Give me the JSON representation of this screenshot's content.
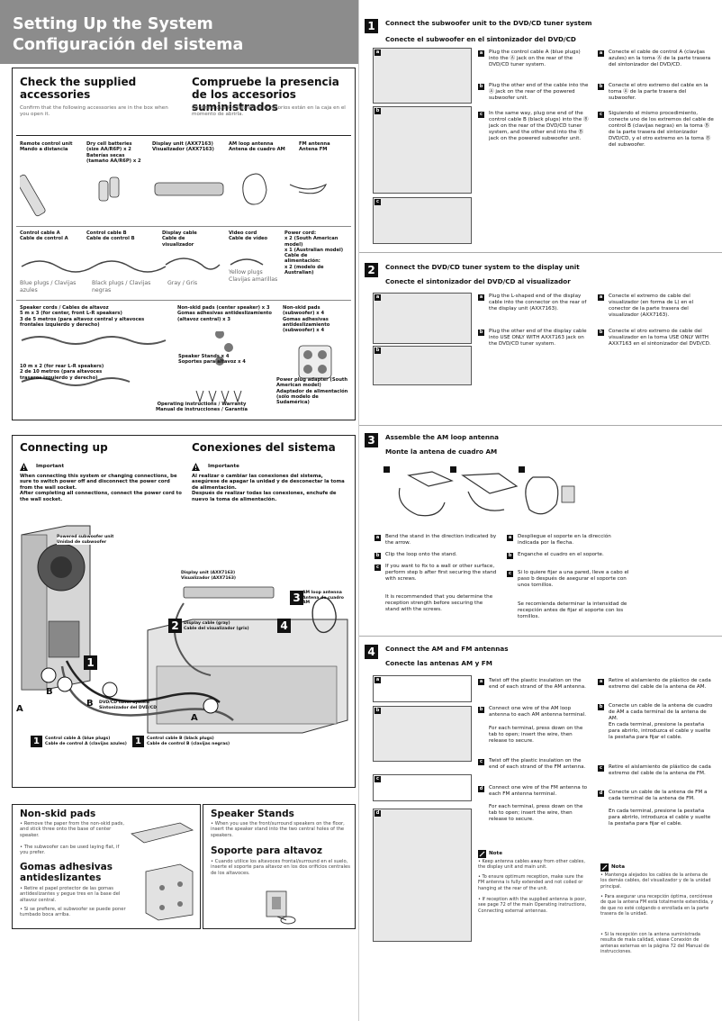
{
  "header": {
    "title_en": "Setting Up the System",
    "title_es": "Configuración del sistema"
  },
  "accessories": {
    "title_en": "Check the supplied accessories",
    "title_es": "Compruebe la presencia de los accesorios suministrados",
    "sub_en": "Confirm that the following accessories are in the box when you open it.",
    "sub_es": "Confirme que los siguientes accesorios están en la caja en el momento de abrirla.",
    "items": [
      "Remote control unit\nMando a distancia",
      "Dry cell batteries\n(size AA/R6P) x 2\nBaterías secas\n(tamaño AA/R6P) x 2",
      "Display unit (AXX7163)\nVisualizador (AXX7163)",
      "AM loop antenna\nAntena de cuadro AM",
      "FM antenna\nAntena FM",
      "Control cable A\nCable de control A",
      "Control cable B\nCable de control B",
      "Display cable\nCable de\nvisualizador",
      "Video cord\nCable de vídeo",
      "Power cord:\nx 2 (South American\nmodel)\nx 1 (Australian model)\nCable de\nalimentación:\nx 2 (modelo de\nAustralian)",
      "Speaker cords / Cables de altavoz\n5 m x 3 (for center, front L-R speakers)\n3 de 5 metros (para altavoz central y altavoces\nfrontales izquierdo y derecho)",
      "Non-skid pads (center speaker) x 3\nGomas adhesivas antideslizamiento\n(altavoz central) x 3",
      "Non-skid pads\n(subwoofer) x 4\nGomas adhesivas\nantideslizamiento\n(subwoofer) x 4",
      "10 m x 2 (for rear L-R speakers)\n2 de 10 metros (para altavoces\ntraseros izquierdo y derecho)",
      "Speaker Stands x 4\nSoportes para altavoz x 4",
      "Power plug adapter (South\nAmerican model)\nAdaptador de alimentación\n(sólo modelo de\nSudamérica)",
      "Operating instructions / Warranty\nManual de instrucciones / Garantía"
    ],
    "plug_a": "Blue plugs / Clavijas\nazules",
    "plug_b": "Black plugs / Clavijas\nnegras",
    "plug_gray": "Gray / Gris",
    "plug_yellow": "Yellow plugs\nClavijas amarillas"
  },
  "connecting": {
    "title_en": "Connecting up",
    "title_es": "Conexiones del sistema",
    "important_en": "Important",
    "important_es": "Importante",
    "body_en": "When connecting this system or changing connections, be sure to switch power off and disconnect the power cord from the wall socket.\nAfter completing all connections, connect the power cord to the wall socket.",
    "body_es": "Al realizar o cambiar las conexiones del sistema, asegúrese de apagar la unidad y de desconectar la toma de alimentación.\nDespués de realizar todas las conexiones, enchufe de nuevo la toma de alimentación.",
    "lbl_sub": "Powered subwoofer unit\nUnidad de subwoofer",
    "lbl_display": "Display unit (AXX7163)\nVisualizador (AXX7163)",
    "lbl_am": "AM loop antenna\nAntena de cuadro\nAM",
    "lbl_dispcable": "Display cable (gray)\nCable del visualizador (gris)",
    "lbl_tuner": "DVD/CD tuner system\nSintonizador del DVD/CD",
    "lbl_ca": "Control cable A (blue plugs)\nCable de control A (clavijas azules)",
    "lbl_cb": "Control cable B (black plugs)\nCable de control B (clavijas negras)",
    "n1": "1",
    "n2": "2",
    "n3": "3",
    "n4": "4",
    "lA": "A",
    "lB": "B"
  },
  "nonskid": {
    "title_en": "Non-skid pads",
    "b1": "• Remove the paper from the non-skid pads, and stick three onto the base of center speaker.",
    "b2": "• The subwoofer can be used laying flat, if you prefer.",
    "title_es": "Gomas adhesivas antideslizantes",
    "b3": "• Retire el papel protector de las gomas antideslizantes y pegue tres en la base del altavoz central.",
    "b4": "• Si se prefiere, el subwoofer se puede poner tumbado boca arriba."
  },
  "stands": {
    "title_en": "Speaker Stands",
    "b1": "• When you use the front/surround speakers on the floor, insert the speaker stand into the two central holes of the speakers.",
    "title_es": "Soporte para altavoz",
    "b2": "• Cuando utilice los altavoces frontal/surround en el suelo, inserte el soporte para altavoz en los dos orificios centrales de los altavoces."
  },
  "step1": {
    "num": "1",
    "title_en": "Connect the subwoofer unit to the DVD/CD tuner system",
    "title_es": "Conecte el subwoofer en el sintonizador del DVD/CD",
    "en_a": "Plug the control cable A (blue plugs) into the Ⓐ jack on the rear of the DVD/CD tuner system.",
    "en_b": "Plug the other end of the cable into the Ⓐ jack on the rear of the powered subwoofer unit.",
    "en_c": "In the same way, plug one end of the control cable B (black plugs) into the Ⓑ jack on the rear of the DVD/CD tuner system, and the other end into the Ⓑ jack on the powered subwoofer unit.",
    "es_a": "Conecte el cable de control A (clavijas azules) en la toma Ⓐ de la parte trasera del sintonizador del DVD/CD.",
    "es_b": "Conecte el otro extremo del cable en la toma Ⓐ de la parte trasera del subwoofer.",
    "es_c": "Siguiendo el mismo procedimiento, conecte uno de los extremos del cable de control B (clavijas negras) en la toma Ⓑ de la parte trasera del sintonizador DVD/CD, y el otro extremo en la toma Ⓑ del subwoofer."
  },
  "step2": {
    "num": "2",
    "title_en": "Connect the DVD/CD tuner system to the display unit",
    "title_es": "Conecte el sintonizador del DVD/CD al visualizador",
    "en_a": "Plug the L-shaped end of the display cable into the connector on the rear of the display unit (AXX7163).",
    "en_b": "Plug the other end of the display cable into USE ONLY WITH AXX7163 jack on the DVD/CD tuner system.",
    "es_a": "Conecte el extremo de cable del visualizador (en forma de L) en el conector de la parte trasera del visualizador (AXX7163).",
    "es_b": "Conecte el otro extremo de cable del visualizador en la toma USE ONLY WITH AXX7163 en el sintonizador del DVD/CD."
  },
  "step3": {
    "num": "3",
    "title_en": "Assemble the AM loop antenna",
    "title_es": "Monte la antena de cuadro AM",
    "en_a": "Bend the stand in the direction indicated by the arrow.",
    "en_b": "Clip the loop onto the stand.",
    "en_c": "If you want to fix to a wall or other surface, perform step b after first securing the stand with screws.",
    "en_c2": "It is recommended that you determine the reception strength before securing the stand with the screws.",
    "es_a": "Despliegue el soporte en la dirección indicada por la flecha.",
    "es_b": "Enganche el cuadro en el soporte.",
    "es_c": "Si lo quiere fijar a una pared, lleve a cabo el paso b después de asegurar el soporte con unos tornillos.",
    "es_c2": "Se recomienda determinar la intensidad de recepción antes de fijar el soporte con los tornillos."
  },
  "step4": {
    "num": "4",
    "title_en": "Connect the AM and FM antennas",
    "title_es": "Conecte las antenas AM y FM",
    "en_a": "Twist off the plastic insulation on the end of each strand of the AM antenna.",
    "en_b": "Connect one wire of the AM loop antenna to each AM antenna terminal.",
    "en_b2": "For each terminal, press down on the tab to open; insert the wire, then release to secure.",
    "en_c": "Twist off the plastic insulation on the end of each strand of the FM antenna.",
    "en_d": "Connect one wire of the FM antenna to each FM antenna terminal.",
    "en_d2": "For each terminal, press down on the tab to open; insert the wire, then release to secure.",
    "es_a": "Retire el aislamiento de plástico de cada extremo del cable de la antena de AM.",
    "es_b": "Conecte un cable de la antena de cuadro de AM a cada terminal de la antena de AM.",
    "es_b2": "En cada terminal, presione la pestaña para abrirlo, introduzca el cable y suelte la pestaña para fijar el cable.",
    "es_c": "Retire el aislamiento de plástico de cada extremo del cable de la antena de FM.",
    "es_d": "Conecte un cable de la antena de FM a cada terminal de la antena de FM.",
    "es_d2": "En cada terminal, presione la pestaña para abrirlo, introduzca el cable y suelte la pestaña para fijar el cable.",
    "note_title_en": "Note",
    "note_en_1": "• Keep antenna cables away from other cables, the display unit and main unit.",
    "note_en_2": "• To ensure optimum reception, make sure the FM antenna is fully extended and not coiled or hanging at the rear of the unit.",
    "note_en_3": "• If reception with the supplied antenna is poor, see page 72 of the main Operating instructions, Connecting external antennas.",
    "note_title_es": "Nota",
    "note_es_1": "• Mantenga alejados los cables de la antena de los demás cables, del visualizador y de la unidad principal.",
    "note_es_2": "• Para asegurar una recepción óptima, cerciórese de que la antena FM está totalmente extendida, y de que no esté colgando o enrollada en la parte trasera de la unidad.",
    "note_es_3": "• Si la recepción con la antena suministrada resulta de mala calidad, véase Conexión de antenas externas en la página 72 del Manual de instrucciones."
  },
  "letters": {
    "a": "a",
    "b": "b",
    "c": "c",
    "d": "d"
  }
}
